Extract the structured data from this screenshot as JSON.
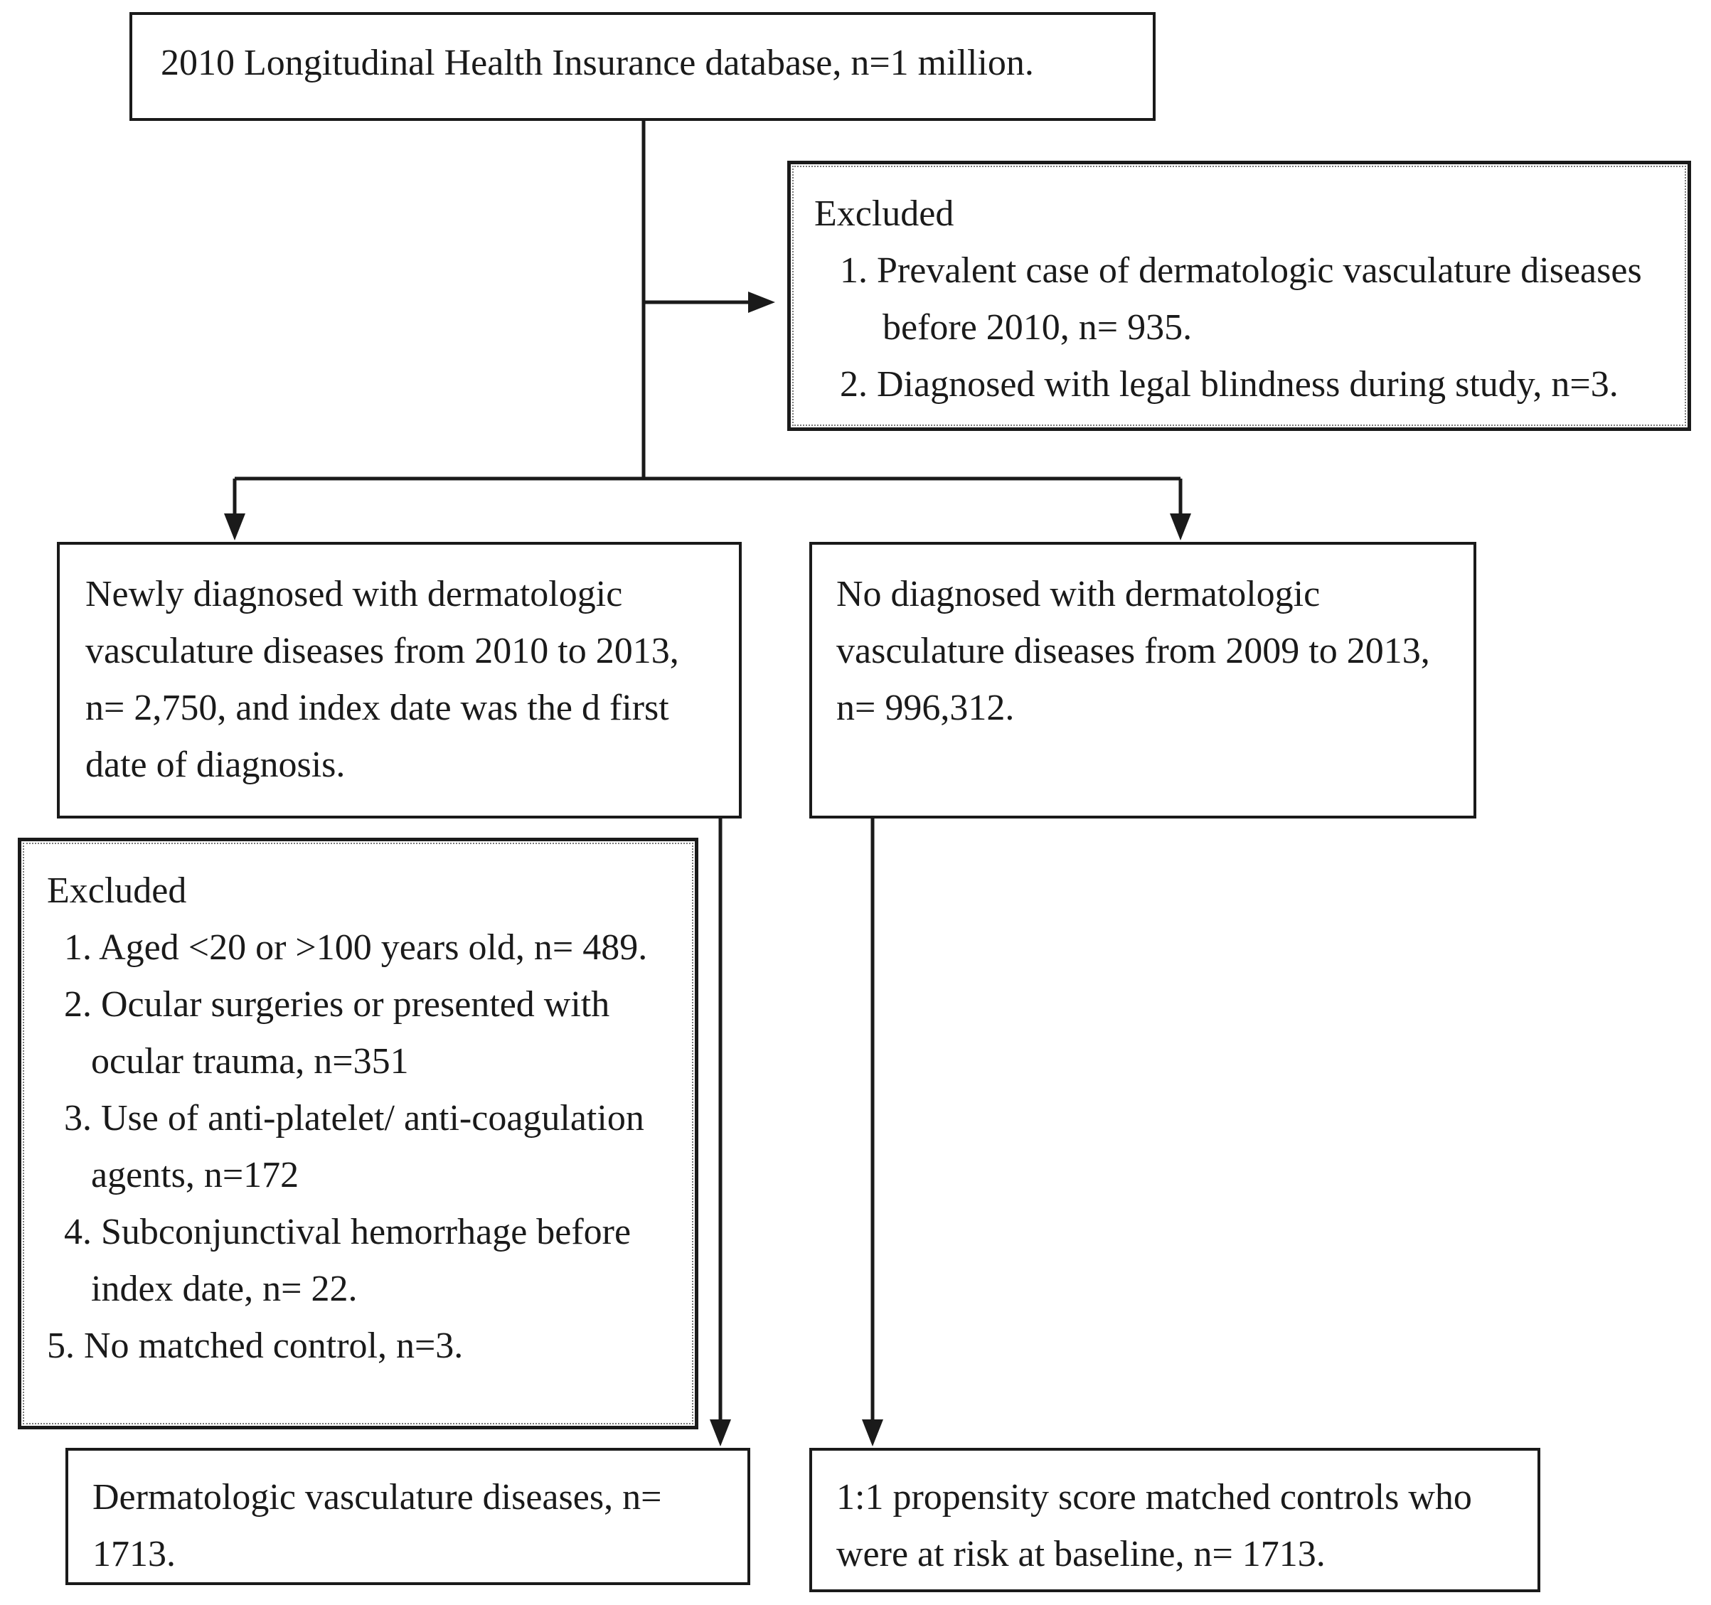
{
  "source": {
    "text": "2010 Longitudinal Health Insurance database, n=1 million."
  },
  "exclusion_1": {
    "heading": "Excluded",
    "lines": [
      "1. Prevalent case of dermatologic vasculature diseases",
      "before 2010, n= 935.",
      "2. Diagnosed with legal blindness during study, n=3."
    ]
  },
  "case_group": {
    "lines": [
      "Newly diagnosed with dermatologic",
      "vasculature diseases from 2010 to 2013,",
      "n= 2,750, and index date was the d first",
      "date of diagnosis."
    ]
  },
  "control_group": {
    "lines": [
      "No diagnosed with dermatologic",
      "vasculature diseases from 2009 to 2013,",
      "n= 996,312."
    ]
  },
  "exclusion_2": {
    "heading": "Excluded",
    "lines": [
      "1. Aged <20 or >100 years old, n= 489.",
      "2. Ocular surgeries or presented with",
      "ocular trauma, n=351",
      "3. Use of anti-platelet/ anti-coagulation",
      "agents, n=172",
      "4. Subconjunctival hemorrhage before",
      "index date, n= 22.",
      "5. No matched control, n=3."
    ]
  },
  "case_final": {
    "lines": [
      "Dermatologic vasculature diseases, n=",
      "1713."
    ]
  },
  "control_final": {
    "lines": [
      "1:1 propensity score matched controls who",
      "were at risk at baseline, n= 1713."
    ]
  }
}
